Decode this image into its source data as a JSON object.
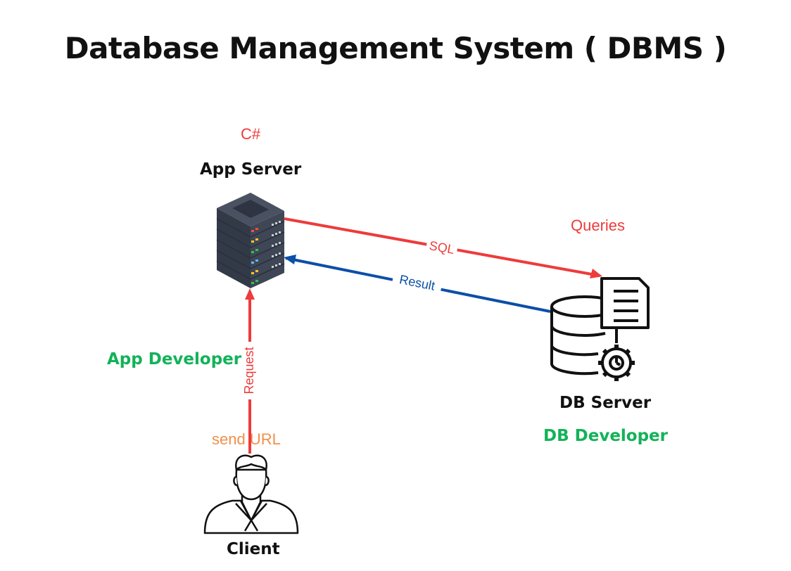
{
  "title": "Database Management System ( DBMS )",
  "nodes": {
    "app_server": {
      "label": "App Server",
      "language": "C#"
    },
    "db_server": {
      "label": "DB Server"
    },
    "client": {
      "label": "Client"
    }
  },
  "roles": {
    "app_developer": "App Developer",
    "db_developer": "DB Developer"
  },
  "annotations": {
    "queries": "Queries",
    "send_url": "send URL"
  },
  "edges": [
    {
      "id": "sql",
      "from": "App Server",
      "to": "DB Server",
      "label": "SQL",
      "color": "#ee3b3b"
    },
    {
      "id": "result",
      "from": "DB Server",
      "to": "App Server",
      "label": "Result",
      "color": "#0b4fa8"
    },
    {
      "id": "request",
      "from": "Client",
      "to": "App Server",
      "label": "Request",
      "color": "#ee3b3b"
    }
  ],
  "colors": {
    "red": "#ee3b3b",
    "blue": "#0b4fa8",
    "green": "#13b259",
    "orange": "#f0904a",
    "server_body": "#3f4655"
  }
}
